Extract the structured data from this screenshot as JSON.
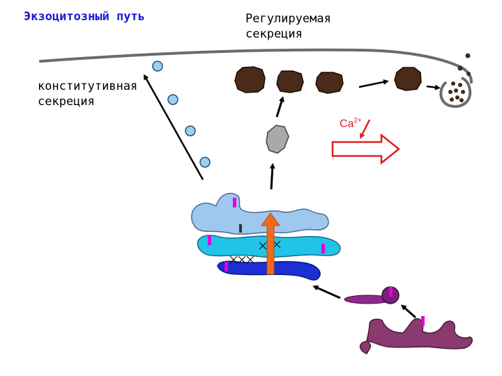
{
  "title": "Экзоцитозный путь",
  "regulated_label": "Регулируемая\nсекреция",
  "constitutive_label": "конститутивная\nсекреция",
  "calcium": {
    "symbol": "Ca",
    "charge": "2+"
  },
  "colors": {
    "title_text": "#1a1ad6",
    "calcium_text": "#d42020",
    "membrane": "#6b6b6b",
    "constitutive_vesicle": "#9fd1ef",
    "secretory_granule": "#4a2a18",
    "immature_granule": "#a9a9a9",
    "golgi_cis": "#9fc8ee",
    "golgi_medial": "#20c4e6",
    "golgi_trans": "#1b2fd4",
    "er": "#8a3a6f",
    "transport_vesicle": "#7a1f7a",
    "marker": "#e000e0",
    "upward_arrow": "#f26a1b",
    "ca_arrow": "#e02020"
  },
  "icons": [
    "arrow-icon",
    "vesicle-icon",
    "granule-icon"
  ]
}
